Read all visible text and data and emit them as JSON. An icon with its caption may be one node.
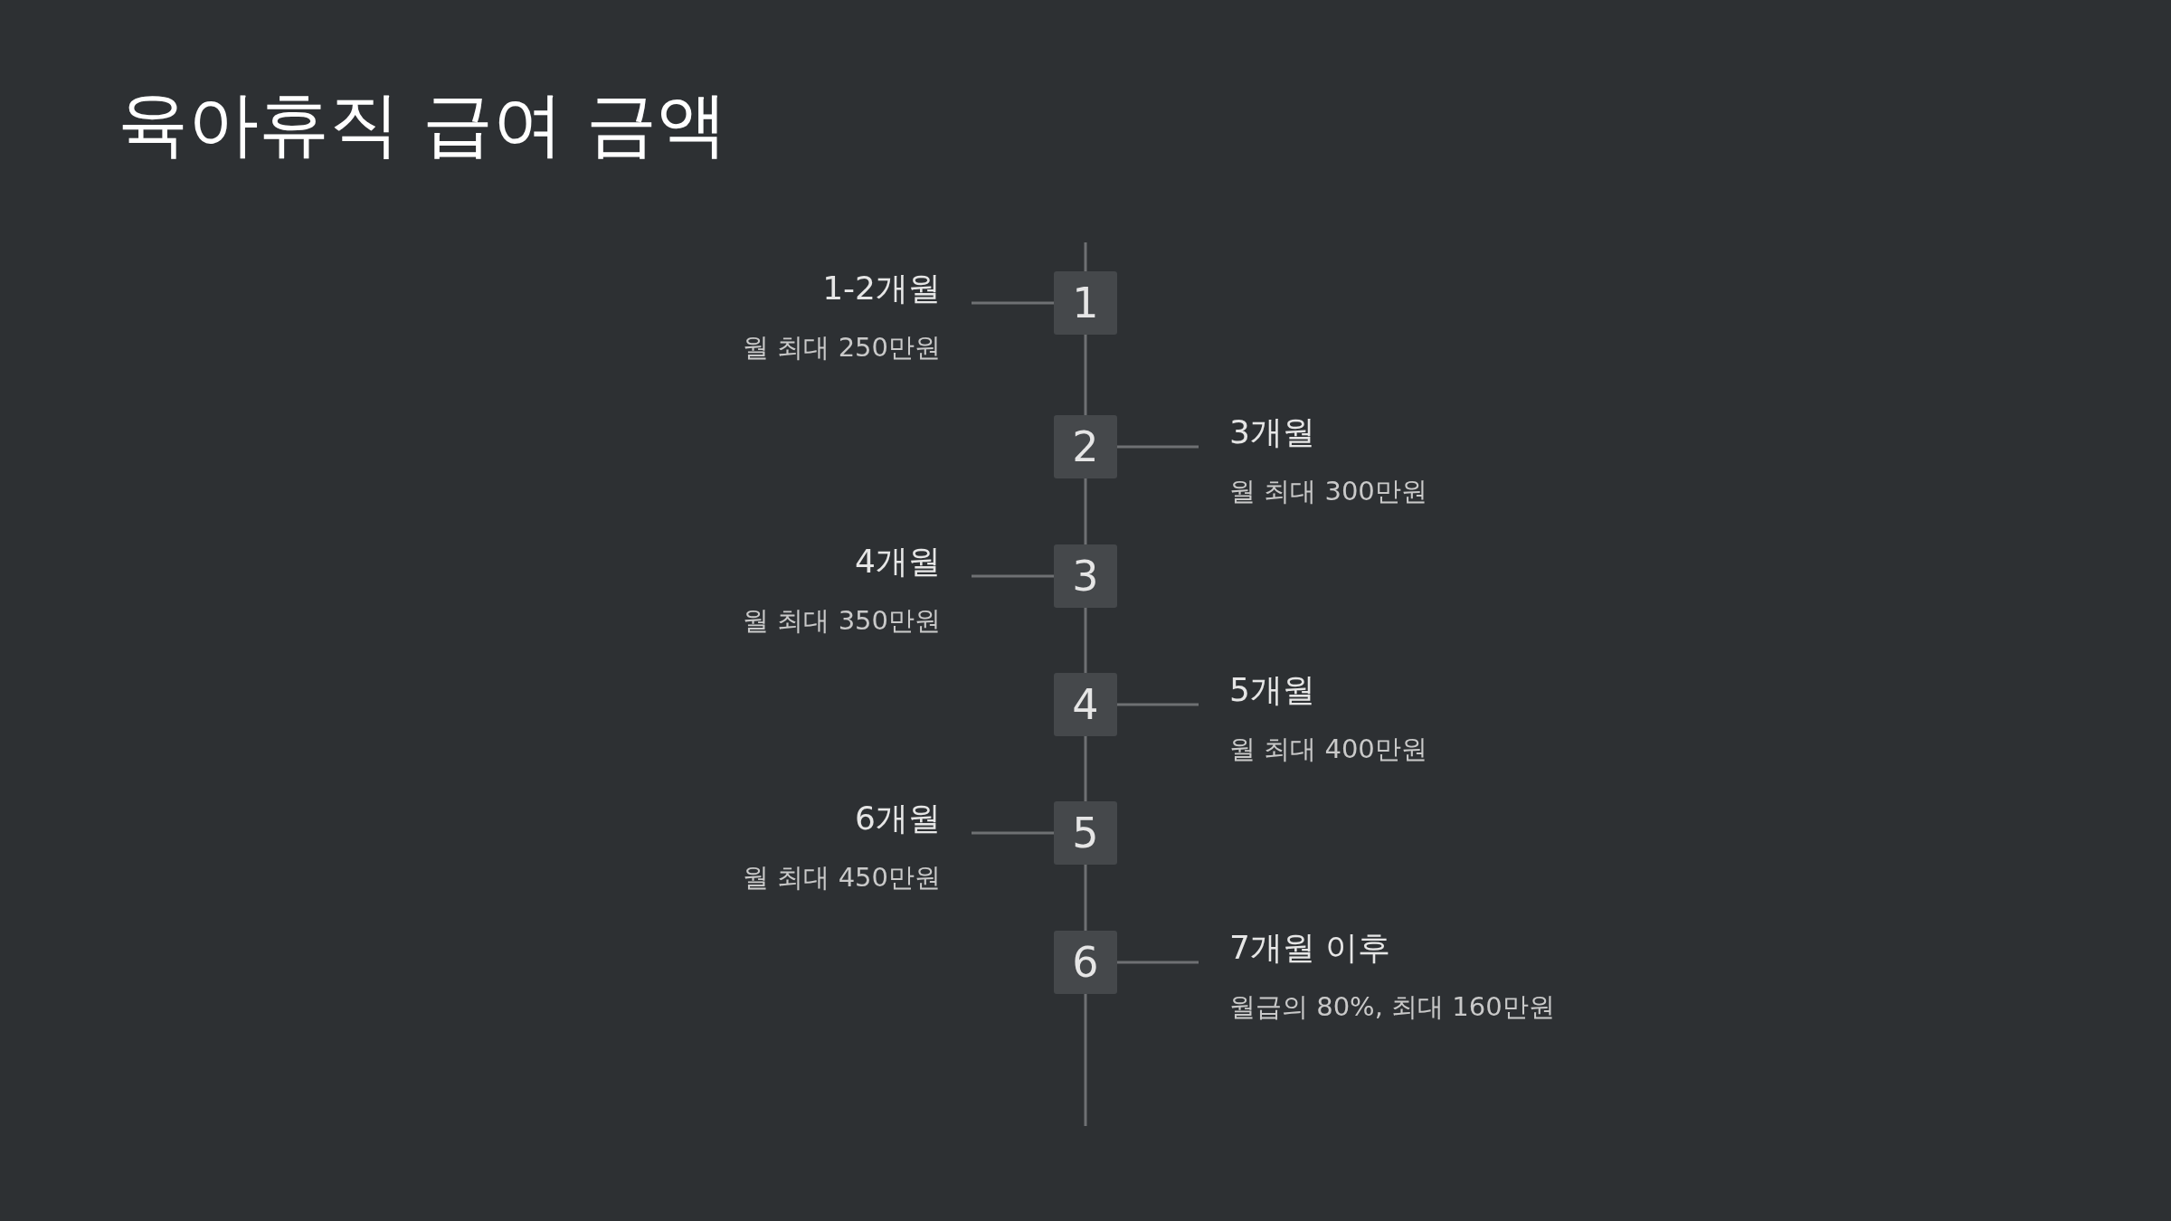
{
  "diagram": {
    "title": "육아휴직 급여 금액",
    "nodes": [
      {
        "text": [
          "1"
        ]
      },
      {
        "text": [
          "1-2개월",
          "월 최대 250만원"
        ]
      },
      {
        "text": [
          "2"
        ]
      },
      {
        "text": [
          "3개월",
          "월 최대 300만원"
        ]
      },
      {
        "text": [
          "3"
        ]
      },
      {
        "text": [
          "4개월",
          "월 최대 350만원"
        ]
      },
      {
        "text": [
          "4"
        ]
      },
      {
        "text": [
          "5개월",
          "월 최대 400만원"
        ]
      },
      {
        "text": [
          "5"
        ]
      },
      {
        "text": [
          "6개월",
          "월 최대 450만원"
        ]
      },
      {
        "text": [
          "6"
        ]
      },
      {
        "text": [
          "7개월 이후",
          "월급의 80%, 최대 160만원"
        ]
      }
    ],
    "edges": [
      {
        "from": 0,
        "to": 1,
        "arrow": "none"
      },
      {
        "from": 2,
        "to": 3,
        "arrow": "none"
      },
      {
        "from": 4,
        "to": 5,
        "arrow": "none"
      },
      {
        "from": 6,
        "to": 7,
        "arrow": "none"
      },
      {
        "from": 8,
        "to": 9,
        "arrow": "none"
      },
      {
        "from": 10,
        "to": 11,
        "arrow": "none"
      },
      {
        "from": 0,
        "to": 2,
        "arrow": "none"
      },
      {
        "from": 2,
        "to": 4,
        "arrow": "none"
      },
      {
        "from": 4,
        "to": 6,
        "arrow": "none"
      },
      {
        "from": 6,
        "to": 8,
        "arrow": "none"
      },
      {
        "from": 8,
        "to": 10,
        "arrow": "none"
      }
    ]
  }
}
